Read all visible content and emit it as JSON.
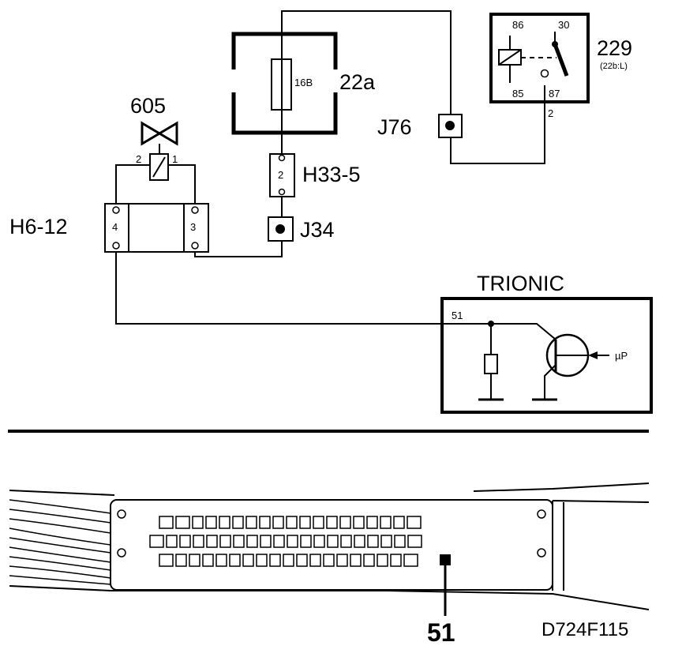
{
  "components": {
    "relay": {
      "id": "229",
      "sub": "(22b:L)",
      "pins": [
        "86",
        "30",
        "85",
        "87"
      ],
      "out_pin": "2"
    },
    "fuse": {
      "id": "22a",
      "rating": "16B"
    },
    "connector_j76": {
      "id": "J76"
    },
    "connector_j34": {
      "id": "J34"
    },
    "connector_h33": {
      "id": "H33-5",
      "pin": "2"
    },
    "valve": {
      "id": "605",
      "pin_left": "2",
      "pin_right": "1"
    },
    "connector_h6": {
      "id": "H6-12",
      "pin_left": "4",
      "pin_right": "3"
    },
    "ecu": {
      "id": "TRIONIC",
      "pin": "51",
      "processor": "µP"
    }
  },
  "ecu_connector": {
    "callout_pin": "51"
  },
  "figure_code": "D724F115"
}
